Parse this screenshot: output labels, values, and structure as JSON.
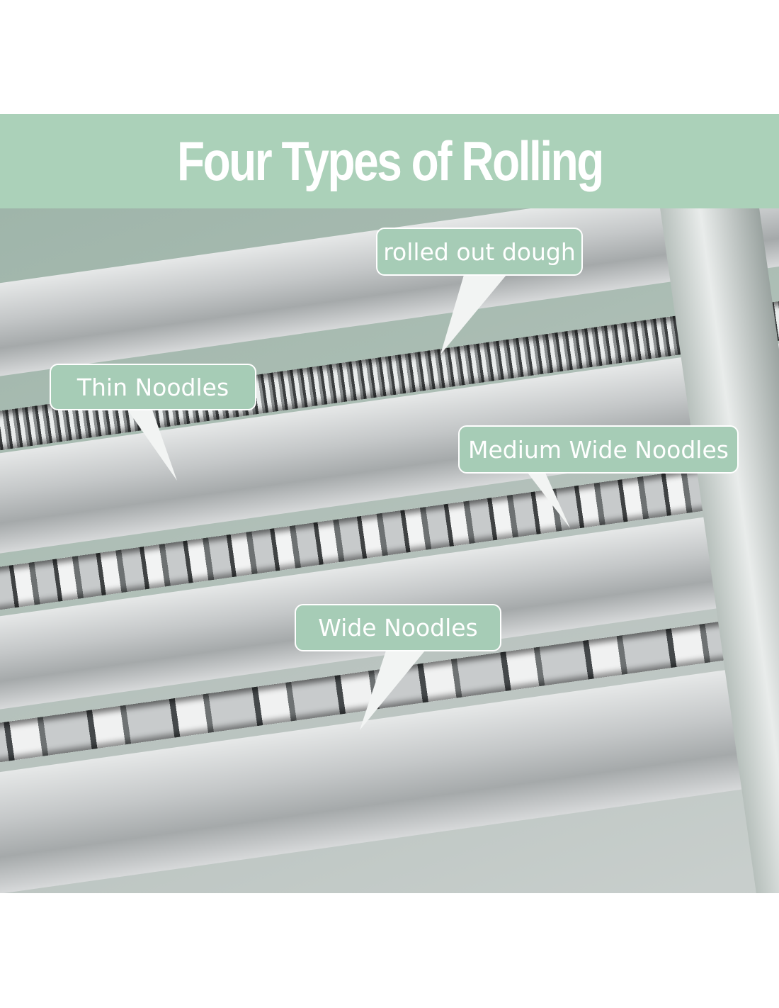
{
  "title": "Four Types of Rolling",
  "labels": {
    "rolled_out_dough": "rolled out dough",
    "thin_noodles": "Thin Noodles",
    "medium_wide_noodles": "Medium Wide Noodles",
    "wide_noodles": "Wide Noodles"
  },
  "colors": {
    "accent": "#abd1b9",
    "label_fill": "#a6ccb6"
  }
}
